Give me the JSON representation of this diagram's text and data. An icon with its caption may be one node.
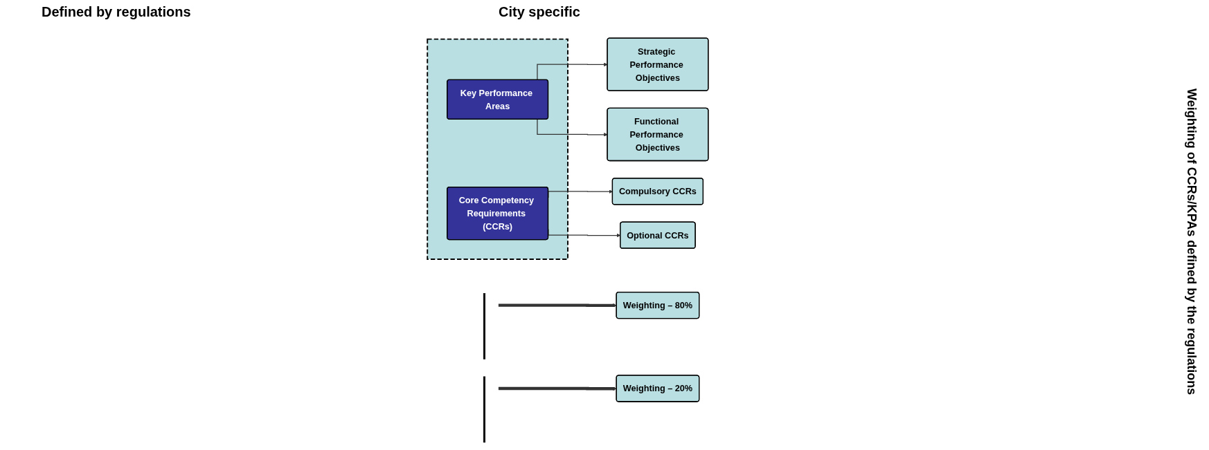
{
  "diagram": {
    "nodes": [
      {
        "text": [],
        "shape": "box"
      },
      {
        "text": [
          "Key Performance Areas"
        ],
        "in": 0
      },
      {
        "text": [
          "Core Competency Requirements (CCRs)"
        ],
        "in": 0
      },
      {
        "text": [
          "Strategic Performance Objectives"
        ]
      },
      {
        "text": [
          "Functional Performance Objectives"
        ]
      },
      {
        "text": [
          "Compulsory CCRs"
        ]
      },
      {
        "text": [
          "Optional CCRs"
        ]
      },
      {
        "text": [],
        "shape": "bar"
      },
      {
        "text": [
          "Weighting – 80%"
        ]
      },
      {
        "text": [],
        "shape": "bar"
      },
      {
        "text": [
          "Weighting – 20%"
        ]
      }
    ],
    "edges": [
      {
        "from": 1,
        "to": 3,
        "arrow": "to"
      },
      {
        "from": 1,
        "to": 4,
        "arrow": "to"
      },
      {
        "from": 2,
        "to": 5,
        "arrow": "to"
      },
      {
        "from": 2,
        "to": 6,
        "arrow": "to"
      },
      {
        "from": 7,
        "to": 8,
        "arrow": "to",
        "style": "thick"
      },
      {
        "from": 9,
        "to": 10,
        "arrow": "to",
        "style": "thick"
      }
    ],
    "labels": [
      "Defined by regulations",
      "City specific",
      "Weighting of CCRs/KPAs defined by the regulations"
    ]
  }
}
